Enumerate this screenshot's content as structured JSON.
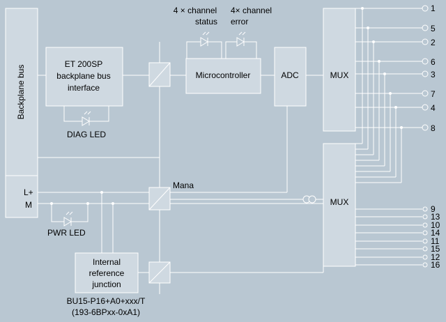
{
  "blocks": {
    "backplane_bus": "Backplane bus",
    "et200sp": [
      "ET 200SP",
      "backplane bus",
      "interface"
    ],
    "microcontroller": "Microcontroller",
    "adc": "ADC",
    "mux_top": "MUX",
    "mux_bottom": "MUX",
    "internal_ref": [
      "Internal",
      "reference",
      "junction"
    ]
  },
  "labels": {
    "channel_status": [
      "4 × channel",
      "status"
    ],
    "channel_error": [
      "4× channel",
      "error"
    ],
    "diag_led": "DIAG LED",
    "pwr_led": "PWR LED",
    "l_plus": "L+",
    "m": "M",
    "mana": "Mana",
    "part_number": [
      "BU15-P16+A0+xxx/T",
      "(193-6BPxx-0xA1)"
    ]
  },
  "pins_top": [
    "1",
    "5",
    "2",
    "6",
    "3",
    "7",
    "4",
    "8"
  ],
  "pins_bottom": [
    "9",
    "13",
    "10",
    "14",
    "11",
    "15",
    "12",
    "16"
  ],
  "colors": {
    "background": "#b9c7d2",
    "block_fill": "#cfd9e1",
    "line": "#ffffff"
  }
}
